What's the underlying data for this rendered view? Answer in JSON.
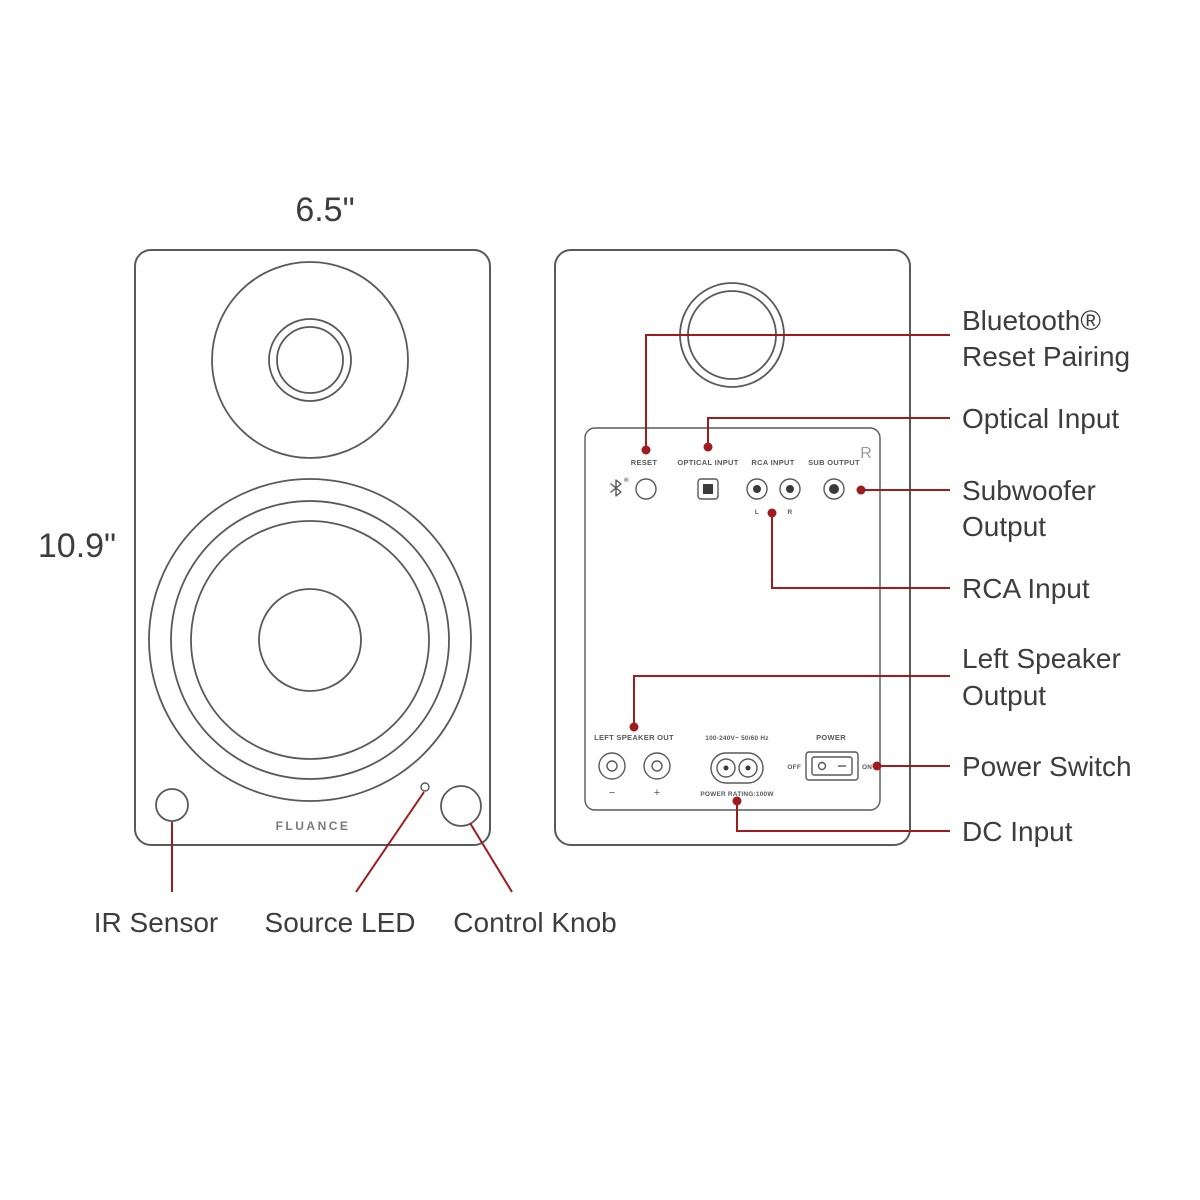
{
  "colors": {
    "accent_red": "#9e1b1e",
    "outline_gray": "#58595b",
    "label_text": "#3d3d3d"
  },
  "dimensions": {
    "width": "6.5\"",
    "height": "10.9\""
  },
  "front_speaker": {
    "brand": "FLUANCE"
  },
  "rear_panel": {
    "corner_label": "R",
    "reset_label": "RESET",
    "optical_label": "OPTICAL INPUT",
    "rca_label": "RCA INPUT",
    "sub_label": "SUB OUTPUT",
    "bt_registered": "®",
    "rca_left": "L",
    "rca_right": "R",
    "left_speaker_out": "LEFT SPEAKER OUT",
    "minus": "−",
    "plus": "+",
    "voltage": "100-240V~ 50/60 Hz",
    "power_rating": "POWER RATING:100W",
    "power": "POWER",
    "off": "OFF",
    "on": "ON"
  },
  "callouts": {
    "bluetooth_line1": "Bluetooth®",
    "bluetooth_line2": "Reset Pairing",
    "optical": "Optical Input",
    "subwoofer_line1": "Subwoofer",
    "subwoofer_line2": "Output",
    "rca": "RCA Input",
    "left_speaker_line1": "Left Speaker",
    "left_speaker_line2": "Output",
    "power_switch": "Power Switch",
    "dc_input": "DC Input",
    "ir_sensor": "IR Sensor",
    "source_led": "Source LED",
    "control_knob": "Control Knob"
  }
}
